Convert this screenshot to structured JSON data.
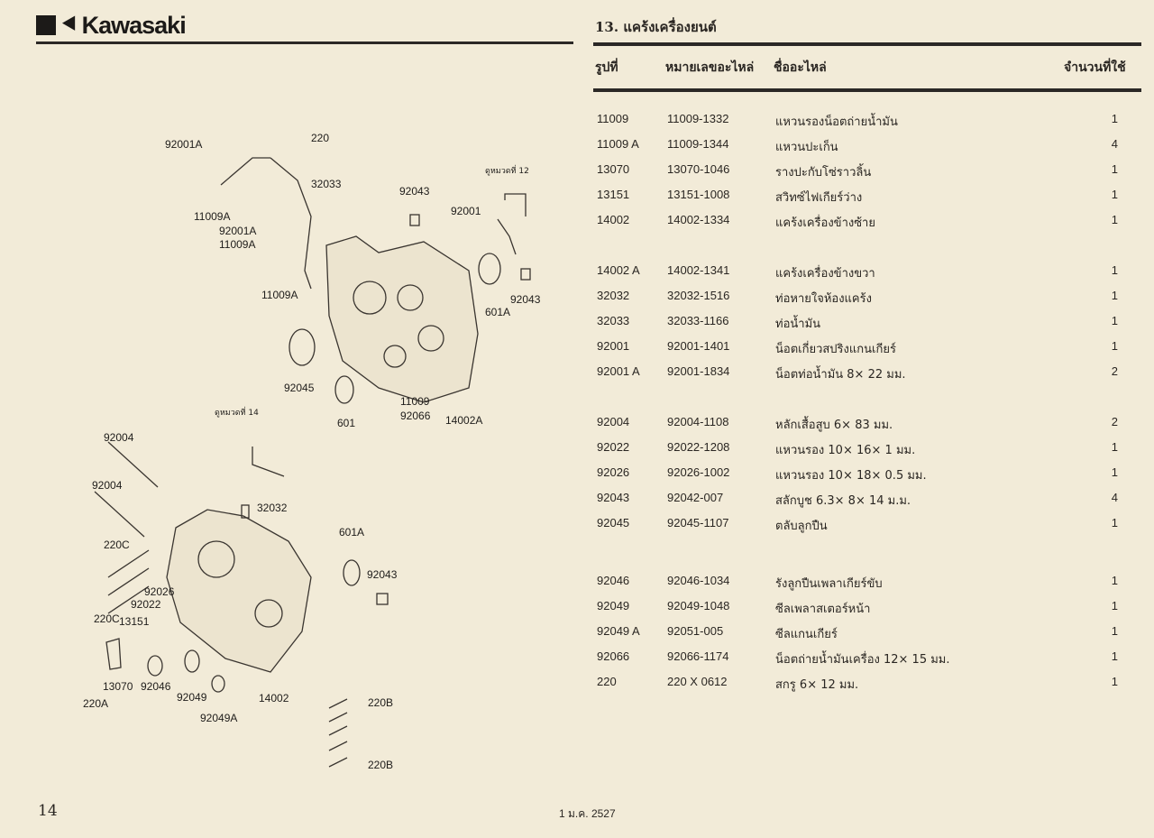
{
  "header": {
    "brand": "Kawasaki",
    "section_title": "13. แคร้งเครื่องยนต์"
  },
  "columns": {
    "fig": "รูปที่",
    "part_no": "หมายเลขอะไหล่",
    "name": "ชื่ออะไหล่",
    "qty": "จำนวนที่ใช้"
  },
  "parts": [
    {
      "fig": "11009",
      "part_no": "11009-1332",
      "name": "แหวนรองน็อตถ่ายน้ำมัน",
      "qty": "1"
    },
    {
      "fig": "11009 A",
      "part_no": "11009-1344",
      "name": "แหวนปะเก็น",
      "qty": "4"
    },
    {
      "fig": "13070",
      "part_no": "13070-1046",
      "name": "รางปะกับโซ่ราวลิ้น",
      "qty": "1"
    },
    {
      "fig": "13151",
      "part_no": "13151-1008",
      "name": "สวิทซ์ไฟเกียร์ว่าง",
      "qty": "1"
    },
    {
      "fig": "14002",
      "part_no": "14002-1334",
      "name": "แคร้งเครื่องข้างซ้าย",
      "qty": "1"
    },
    {
      "fig": "14002 A",
      "part_no": "14002-1341",
      "name": "แคร้งเครื่องข้างขวา",
      "qty": "1"
    },
    {
      "fig": "32032",
      "part_no": "32032-1516",
      "name": "ท่อหายใจห้องแคร้ง",
      "qty": "1"
    },
    {
      "fig": "32033",
      "part_no": "32033-1166",
      "name": "ท่อน้ำมัน",
      "qty": "1"
    },
    {
      "fig": "92001",
      "part_no": "92001-1401",
      "name": "น็อตเกี่ยวสปริงแกนเกียร์",
      "qty": "1"
    },
    {
      "fig": "92001 A",
      "part_no": "92001-1834",
      "name": "น็อตท่อน้ำมัน 8× 22 มม.",
      "qty": "2"
    },
    {
      "fig": "92004",
      "part_no": "92004-1108",
      "name": "หลักเสื้อสูบ 6× 83 มม.",
      "qty": "2"
    },
    {
      "fig": "92022",
      "part_no": "92022-1208",
      "name": "แหวนรอง 10× 16× 1 มม.",
      "qty": "1"
    },
    {
      "fig": "92026",
      "part_no": "92026-1002",
      "name": "แหวนรอง 10× 18× 0.5 มม.",
      "qty": "1"
    },
    {
      "fig": "92043",
      "part_no": "92042-007",
      "name": "สลักบูช 6.3× 8× 14 ม.ม.",
      "qty": "4"
    },
    {
      "fig": "92045",
      "part_no": "92045-1107",
      "name": "ตลับลูกปืน",
      "qty": "1"
    },
    {
      "fig": "92046",
      "part_no": "92046-1034",
      "name": "รังลูกปืนเพลาเกียร์ขับ",
      "qty": "1"
    },
    {
      "fig": "92049",
      "part_no": "92049-1048",
      "name": "ซีลเพลาสเตอร์หน้า",
      "qty": "1"
    },
    {
      "fig": "92049 A",
      "part_no": "92051-005",
      "name": "ซีลแกนเกียร์",
      "qty": "1"
    },
    {
      "fig": "92066",
      "part_no": "92066-1174",
      "name": "น็อตถ่ายน้ำมันเครื่อง 12× 15 มม.",
      "qty": "1"
    },
    {
      "fig": "220",
      "part_no": "220 X 0612",
      "name": "สกรู 6× 12 มม.",
      "qty": "1"
    }
  ],
  "diagram": {
    "callouts": [
      "92001A",
      "220",
      "32033",
      "11009A",
      "92043",
      "92001",
      "ดูหมวดที่ 12",
      "92001A",
      "11009A",
      "11009A",
      "92043",
      "601A",
      "92045",
      "11009",
      "92066",
      "601",
      "14002A",
      "ดูหมวดที่ 14",
      "92004",
      "92004",
      "220C",
      "92026",
      "92022",
      "220C",
      "13151",
      "13070",
      "220A",
      "92046",
      "92049",
      "92049A",
      "14002",
      "32032",
      "601A",
      "92043",
      "220B",
      "220B"
    ]
  },
  "footer": {
    "page_number": "14",
    "date": "1 ม.ค. 2527"
  }
}
